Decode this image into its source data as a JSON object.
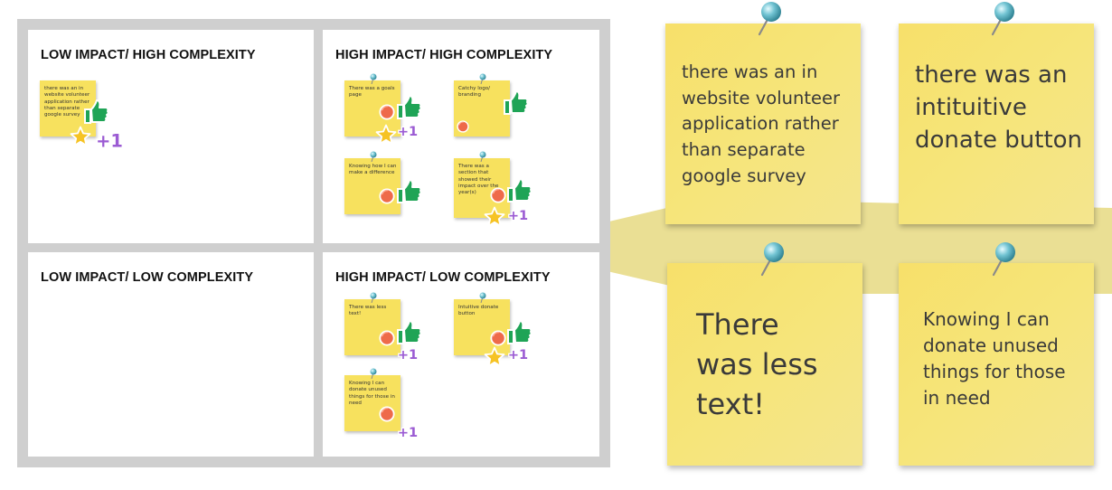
{
  "quadrants": {
    "low_high": "LOW IMPACT/ HIGH COMPLEXITY",
    "high_high": "HIGH IMPACT/ HIGH COMPLEXITY",
    "low_low": "LOW IMPACT/ LOW COMPLEXITY",
    "high_low": "HIGH IMPACT/ LOW COMPLEXITY"
  },
  "notes": {
    "volunteer_app": "there was an in website volunteer application rather than separate google survey",
    "goals_page": "There was a goals page",
    "catchy_logo": "Catchy logo/ branding",
    "make_difference": "Knowing how I can make a difference",
    "impact_section": "There was a section that showed their impact over the year(s)",
    "less_text": "There was less text!",
    "intuitive_donate": "Intuitive donate button",
    "donate_unused": "Knowing I can donate unused things for those in need"
  },
  "zoom_notes": {
    "volunteer_app": "there was an in website volunteer application rather than separate google survey",
    "intuitive_donate": "there was an intituitive donate button",
    "less_text": "There was less text!",
    "donate_unused": "Knowing I can donate unused things for those in need"
  },
  "plus_one_label": "+1",
  "colors": {
    "sticky_yellow": "#f7e15e",
    "thumbs_green": "#1fa456",
    "dot_orange": "#ee6a4a",
    "star_gold": "#f6c324",
    "plus_purple": "#9b5bd3",
    "pin_teal": "#5bb8c8",
    "matrix_border": "#cfcfcf",
    "callout_yellow": "#e8dc88"
  }
}
